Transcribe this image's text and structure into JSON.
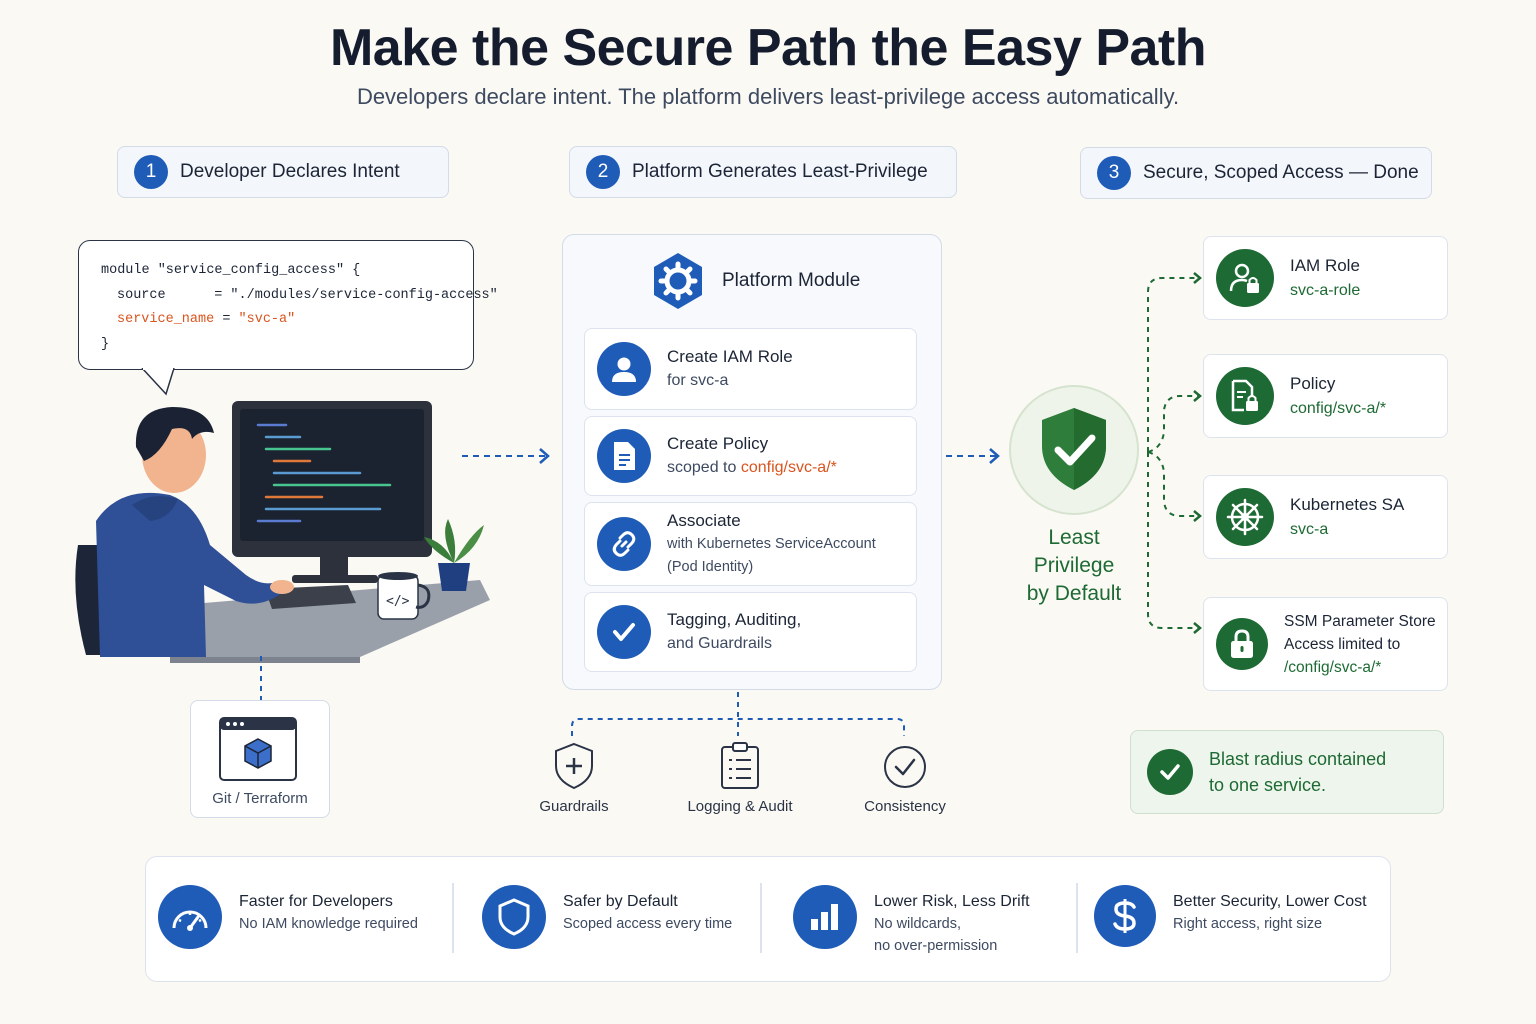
{
  "header": {
    "title": "Make the Secure Path the Easy Path",
    "subtitle": "Developers declare intent. The platform delivers least-privilege access automatically."
  },
  "steps": [
    {
      "num": "1",
      "label": "Developer Declares Intent"
    },
    {
      "num": "2",
      "label": "Platform Generates Least-Privilege"
    },
    {
      "num": "3",
      "label": "Secure, Scoped Access — Done"
    }
  ],
  "code": {
    "line1": "module \"service_config_access\" {",
    "line2": "source      = \"./modules/service-config-access\"",
    "line3_key": "service_name",
    "line3_eq": " = ",
    "line3_val": "\"svc-a\"",
    "line4": "}"
  },
  "git": {
    "label": "Git / Terraform"
  },
  "platform": {
    "title": "Platform Module",
    "cards": [
      {
        "title": "Create IAM Role",
        "sub": "for svc-a",
        "icon": "user-icon"
      },
      {
        "title": "Create Policy",
        "sub_prefix": "scoped to ",
        "sub_highlight": "config/svc-a/*",
        "icon": "document-icon"
      },
      {
        "title": "Associate",
        "sub1": "with Kubernetes ServiceAccount",
        "sub2": "(Pod Identity)",
        "icon": "link-icon"
      },
      {
        "title": "Tagging, Auditing,",
        "sub": "and Guardrails",
        "icon": "check-icon"
      }
    ],
    "features": [
      {
        "label": "Guardrails",
        "icon": "shield-plus-icon"
      },
      {
        "label": "Logging & Audit",
        "icon": "clipboard-list-icon"
      },
      {
        "label": "Consistency",
        "icon": "check-circle-icon"
      }
    ]
  },
  "least_privilege": {
    "line1": "Least",
    "line2": "Privilege",
    "line3": "by Default"
  },
  "resources": [
    {
      "title": "IAM Role",
      "sub": "svc-a-role",
      "icon": "user-lock-icon"
    },
    {
      "title": "Policy",
      "sub": "config/svc-a/*",
      "icon": "document-lock-icon"
    },
    {
      "title": "Kubernetes SA",
      "sub": "svc-a",
      "icon": "kubernetes-helm-icon"
    },
    {
      "title": "SSM Parameter Store",
      "sub1": "Access limited to",
      "sub2": "/config/svc-a/*",
      "icon": "lock-icon"
    }
  ],
  "blast": {
    "line1": "Blast radius contained",
    "line2": "to one service."
  },
  "benefits": [
    {
      "title": "Faster for Developers",
      "sub": "No IAM knowledge required",
      "icon": "speedometer-icon"
    },
    {
      "title": "Safer by Default",
      "sub": "Scoped access every time",
      "icon": "shield-icon"
    },
    {
      "title": "Lower Risk, Less Drift",
      "sub1": "No wildcards,",
      "sub2": "no over-permission",
      "icon": "bar-chart-icon"
    },
    {
      "title": "Better Security, Lower Cost",
      "sub": "Right access, right size",
      "icon": "dollar-icon"
    }
  ],
  "colors": {
    "primary_blue": "#1f5cb8",
    "secure_green": "#1e6a34",
    "highlight_orange": "#d9541e",
    "background": "#fbf9f4"
  }
}
